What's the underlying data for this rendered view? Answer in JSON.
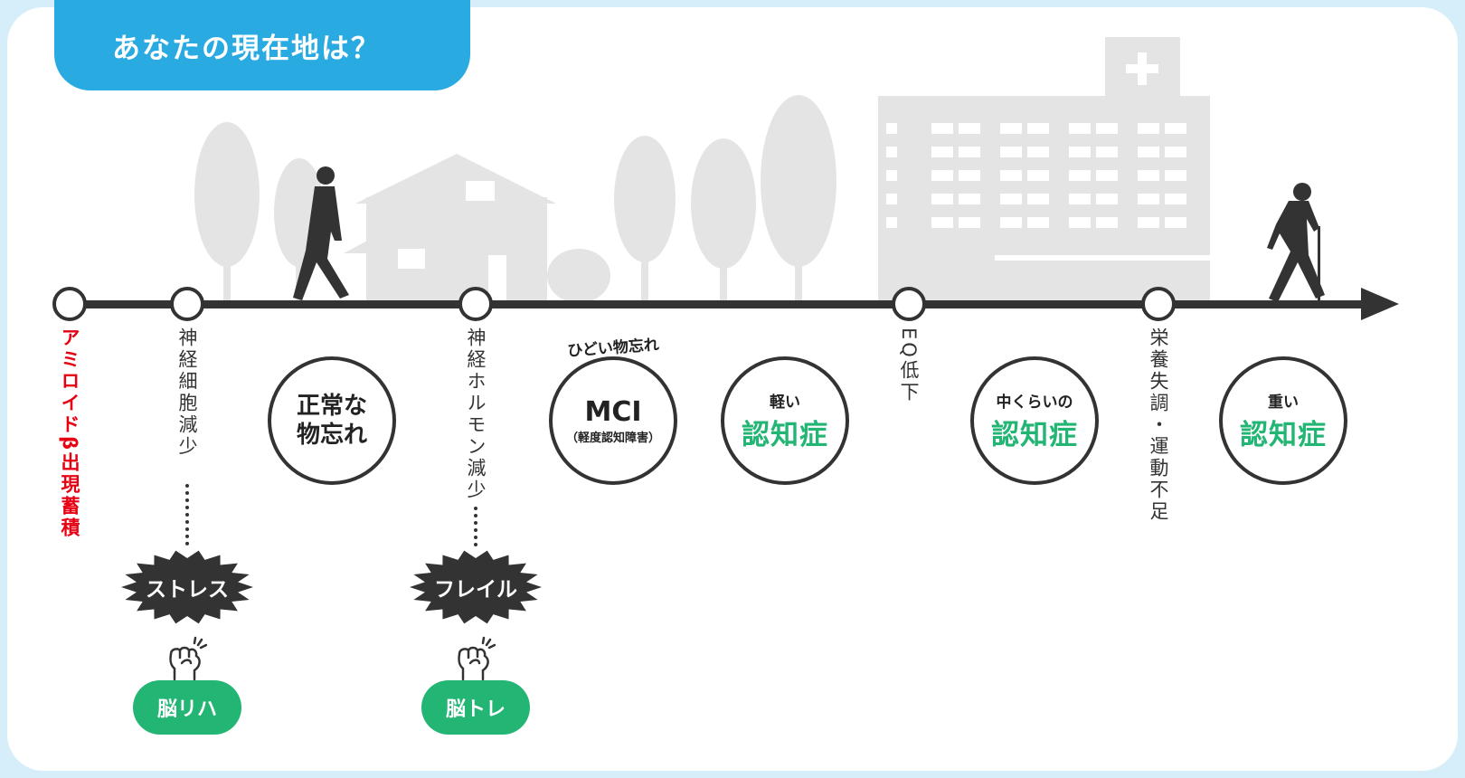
{
  "header": {
    "title": "あなたの現在地は？"
  },
  "colors": {
    "accent": "#29abe2",
    "green": "#23b574",
    "red": "#e60012",
    "dark": "#333333",
    "scenery": "#e4e4e4"
  },
  "milestones": [
    {
      "label": "アミロイドβ出現蓄積"
    },
    {
      "label": "神経細胞減少"
    },
    {
      "label": "神経ホルモン減少"
    },
    {
      "label": "EQ低下"
    },
    {
      "label": "栄養失調・運動不足"
    }
  ],
  "stages": [
    {
      "line1": "正常な",
      "line2": "物忘れ"
    },
    {
      "top": "ひどい物忘れ",
      "main": "MCI",
      "sub": "（軽度認知障害）"
    },
    {
      "pre": "軽い",
      "main": "認知症"
    },
    {
      "pre": "中くらいの",
      "main": "認知症"
    },
    {
      "pre": "重い",
      "main": "認知症"
    }
  ],
  "risks": [
    {
      "label": "ストレス",
      "action": "脳リハ"
    },
    {
      "label": "フレイル",
      "action": "脳トレ"
    }
  ]
}
